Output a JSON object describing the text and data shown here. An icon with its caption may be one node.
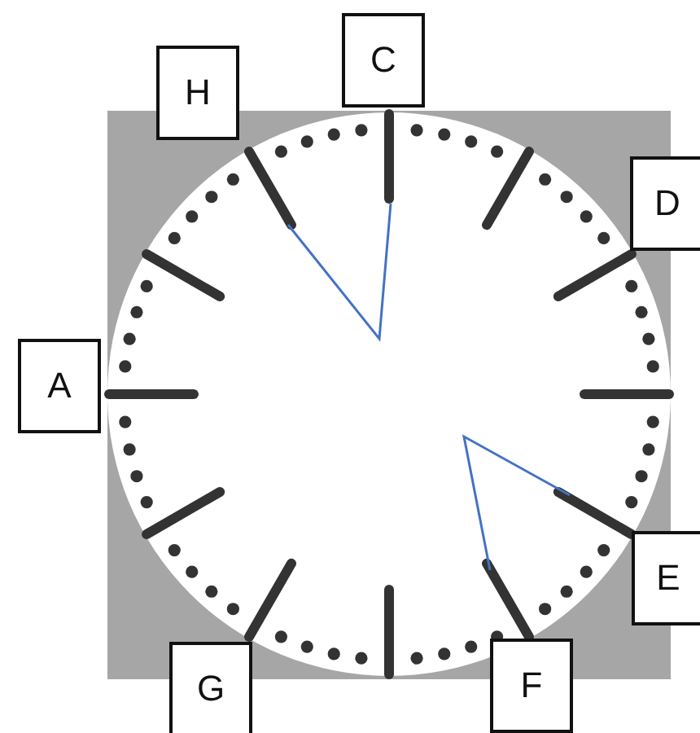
{
  "diagram": {
    "nodes": [
      {
        "text": [
          "C"
        ]
      },
      {
        "text": [
          "H"
        ]
      },
      {
        "text": [
          "D"
        ]
      },
      {
        "text": [
          "A"
        ]
      },
      {
        "text": [
          "E"
        ]
      },
      {
        "text": [
          "G"
        ]
      },
      {
        "text": [
          "F"
        ]
      }
    ]
  }
}
